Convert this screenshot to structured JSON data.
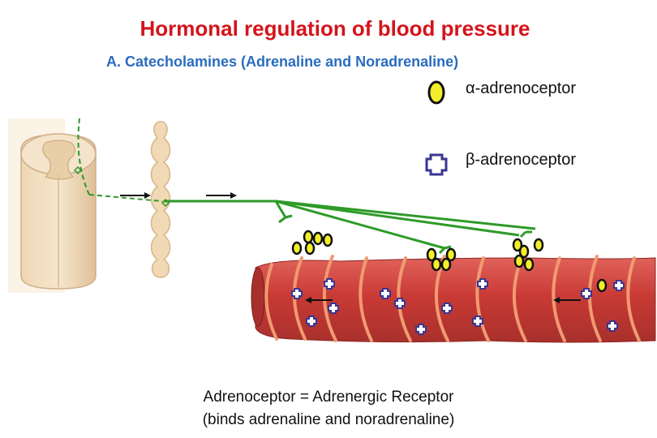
{
  "title": "Hormonal regulation of blood pressure",
  "subtitle": "A. Catecholamines (Adrenaline and Noradrenaline)",
  "legend": {
    "alpha_label": "α-adrenoceptor",
    "beta_label": "β-adrenoceptor"
  },
  "footnote": {
    "line1": "Adrenoceptor = Adrenergic Receptor",
    "line2": "(binds adrenaline and noradrenaline)"
  },
  "colors": {
    "title": "#d4141c",
    "subtitle": "#2a6cbf",
    "nerve": "#2e9a28",
    "alpha_fill": "#f2ef2a",
    "beta_outline": "#3a3590",
    "vessel": "#c93a35"
  }
}
